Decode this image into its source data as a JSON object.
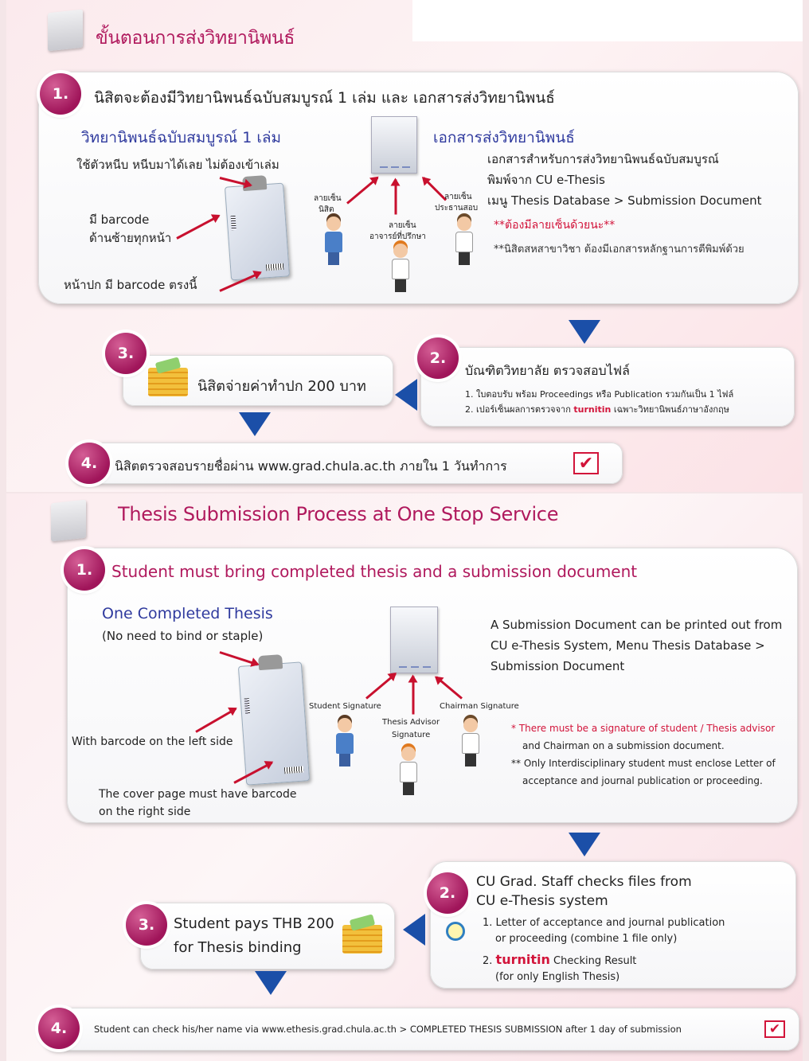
{
  "th": {
    "title": "ขั้นตอนการส่งวิทยานิพนธ์",
    "step1": {
      "num": "1.",
      "text": "นิสิตจะต้องมีวิทยานิพนธ์ฉบับสมบูรณ์ 1 เล่ม และ เอกสารส่งวิทยานิพนธ์",
      "thesis_head": "วิทยานิพนธ์ฉบับสมบูรณ์ 1 เล่ม",
      "thesis_note": "ใช้ตัวหนีบ หนีบมาได้เลย ไม่ต้องเข้าเล่ม",
      "barcode_left_1": "มี barcode",
      "barcode_left_2": "ด้านซ้ายทุกหน้า",
      "cover_barcode": "หน้าปก มี barcode ตรงนี้",
      "doc_head": "เอกสารส่งวิทยานิพนธ์",
      "sig_student_1": "ลายเซ็น",
      "sig_student_2": "นิสิต",
      "sig_advisor_1": "ลายเซ็น",
      "sig_advisor_2": "อาจารย์ที่ปรึกษา",
      "sig_chair_1": "ลายเซ็น",
      "sig_chair_2": "ประธานสอบ",
      "doc_desc_1": "เอกสารสำหรับการส่งวิทยานิพนธ์ฉบับสมบูรณ์",
      "doc_desc_2": "พิมพ์จาก CU e-Thesis",
      "doc_desc_3": "เมนู Thesis Database > Submission Document",
      "note_1": "**ต้องมีลายเซ็นด้วยนะ**",
      "note_2": "**นิสิตสหสาขาวิชา ต้องมีเอกสารหลักฐานการตีพิมพ์ด้วย"
    },
    "step2": {
      "num": "2.",
      "head": "บัณฑิตวิทยาลัย ตรวจสอบไฟล์",
      "item1": "1. ใบตอบรับ พร้อม Proceedings หรือ Publication รวมกันเป็น 1 ไฟล์",
      "item2_pre": "2. เปอร์เซ็นผลการตรวจจาก",
      "item2_turnitin": "turnitin",
      "item2_post": "เฉพาะวิทยานิพนธ์ภาษาอังกฤษ"
    },
    "step3": {
      "num": "3.",
      "text": "นิสิตจ่ายค่าทำปก 200 บาท"
    },
    "step4": {
      "num": "4.",
      "text": "นิสิตตรวจสอบรายชื่อผ่าน www.grad.chula.ac.th ภายใน 1 วันทำการ"
    }
  },
  "en": {
    "title": "Thesis Submission Process at One Stop Service",
    "step1": {
      "num": "1.",
      "text": "Student must bring completed thesis and a submission document",
      "thesis_head": "One Completed Thesis",
      "thesis_note": "(No need to bind or staple)",
      "barcode_left": "With barcode on the left side",
      "cover_1": "The cover page must have barcode",
      "cover_2": "on the right side",
      "sig_student": "Student Signature",
      "sig_advisor_1": "Thesis Advisor",
      "sig_advisor_2": "Signature",
      "sig_chair": "Chairman Signature",
      "doc_desc_1": "A Submission Document can be printed out from",
      "doc_desc_2": "CU e-Thesis System, Menu Thesis Database >",
      "doc_desc_3": "Submission Document",
      "note_1a": "* There must be a signature of student / Thesis advisor",
      "note_1b": "and Chairman on a submission document.",
      "note_2a": "** Only Interdisciplinary student must enclose Letter of",
      "note_2b": "acceptance and journal publication or proceeding."
    },
    "step2": {
      "num": "2.",
      "head_1": "CU Grad. Staff checks files from",
      "head_2": "CU e-Thesis system",
      "item1a": "1. Letter of acceptance and journal publication",
      "item1b": "or proceeding (combine 1 file only)",
      "item2_pre": "2.",
      "item2_turnitin": "turnitin",
      "item2_post": "Checking Result",
      "item2b": "(for only English Thesis)"
    },
    "step3": {
      "num": "3.",
      "text_1": "Student pays THB 200",
      "text_2": "for Thesis binding"
    },
    "step4": {
      "num": "4.",
      "text": "Student can check his/her name via www.ethesis.grad.chula.ac.th > COMPLETED THESIS SUBMISSION after 1 day of submission"
    }
  },
  "icons": {
    "check": "✔",
    "turnitin_logo": "turnitin-logo"
  },
  "colors": {
    "accent_magenta": "#a0155a",
    "title_magenta": "#b0195d",
    "arrow_blue": "#1b4fa8",
    "heading_blue": "#2f3a9e",
    "alert_red": "#d2143a"
  }
}
